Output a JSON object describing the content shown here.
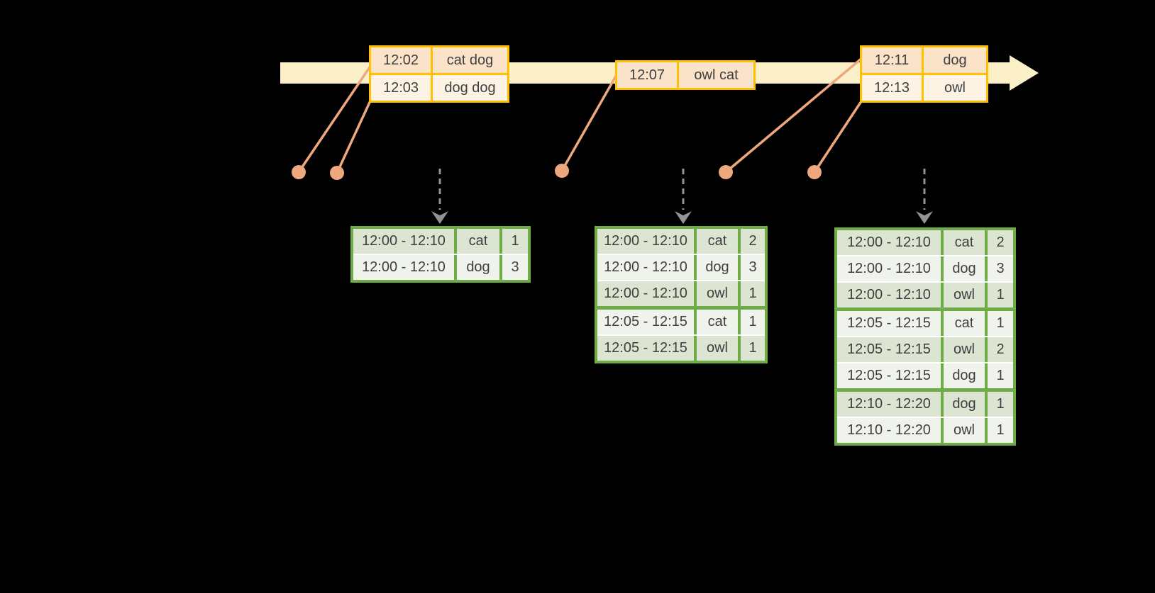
{
  "colors": {
    "background": "#000000",
    "timeline_band": "#FCF0C9",
    "event_table_border": "#FFC000",
    "event_row_dark": "#FAE3C8",
    "event_row_light": "#FDF3E4",
    "connector": "#EDA87D",
    "trigger_arrow": "#949494",
    "result_table_border": "#6FAC47",
    "result_row_dark": "#DCE5D2",
    "result_row_light": "#EFF3EB",
    "text": "#3F3F3F"
  },
  "event_tables": [
    {
      "rows": [
        {
          "time": "12:02",
          "words": "cat dog"
        },
        {
          "time": "12:03",
          "words": "dog dog"
        }
      ]
    },
    {
      "rows": [
        {
          "time": "12:07",
          "words": "owl cat"
        }
      ]
    },
    {
      "rows": [
        {
          "time": "12:11",
          "words": "dog"
        },
        {
          "time": "12:13",
          "words": "owl"
        }
      ]
    }
  ],
  "result_tables": [
    {
      "groups": [
        [
          {
            "window": "12:00 - 12:10",
            "key": "cat",
            "count": "1"
          },
          {
            "window": "12:00 - 12:10",
            "key": "dog",
            "count": "3"
          }
        ]
      ]
    },
    {
      "groups": [
        [
          {
            "window": "12:00 - 12:10",
            "key": "cat",
            "count": "2"
          },
          {
            "window": "12:00 - 12:10",
            "key": "dog",
            "count": "3"
          },
          {
            "window": "12:00 - 12:10",
            "key": "owl",
            "count": "1"
          }
        ],
        [
          {
            "window": "12:05 - 12:15",
            "key": "cat",
            "count": "1"
          },
          {
            "window": "12:05 - 12:15",
            "key": "owl",
            "count": "1"
          }
        ]
      ]
    },
    {
      "groups": [
        [
          {
            "window": "12:00 - 12:10",
            "key": "cat",
            "count": "2"
          },
          {
            "window": "12:00 - 12:10",
            "key": "dog",
            "count": "3"
          },
          {
            "window": "12:00 - 12:10",
            "key": "owl",
            "count": "1"
          }
        ],
        [
          {
            "window": "12:05 - 12:15",
            "key": "cat",
            "count": "1"
          },
          {
            "window": "12:05 - 12:15",
            "key": "owl",
            "count": "2"
          },
          {
            "window": "12:05 - 12:15",
            "key": "dog",
            "count": "1"
          }
        ],
        [
          {
            "window": "12:10 - 12:20",
            "key": "dog",
            "count": "1"
          },
          {
            "window": "12:10 - 12:20",
            "key": "owl",
            "count": "1"
          }
        ]
      ]
    }
  ]
}
